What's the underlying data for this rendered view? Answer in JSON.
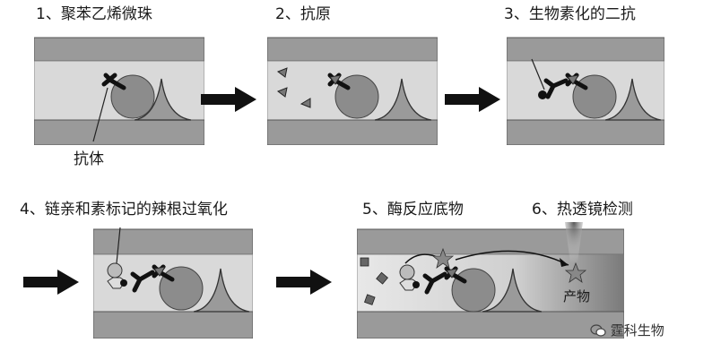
{
  "steps": [
    {
      "label": "1、聚苯乙烯微珠"
    },
    {
      "label": "2、抗原"
    },
    {
      "label": "3、生物素化的二抗"
    },
    {
      "label": "4、链亲和素标记的辣根过氧化"
    },
    {
      "label": "5、酶反应底物"
    },
    {
      "label": "6、热透镜检测"
    }
  ],
  "annotations": {
    "antibody": "抗体",
    "product": "产物"
  },
  "watermark": {
    "text": "霆科生物",
    "icon": "wechat-icon"
  },
  "colors": {
    "plate": "#9a9a9a",
    "channel": "#d9d9d9",
    "bead": "#8c8c8c",
    "arrow": "#111111"
  }
}
